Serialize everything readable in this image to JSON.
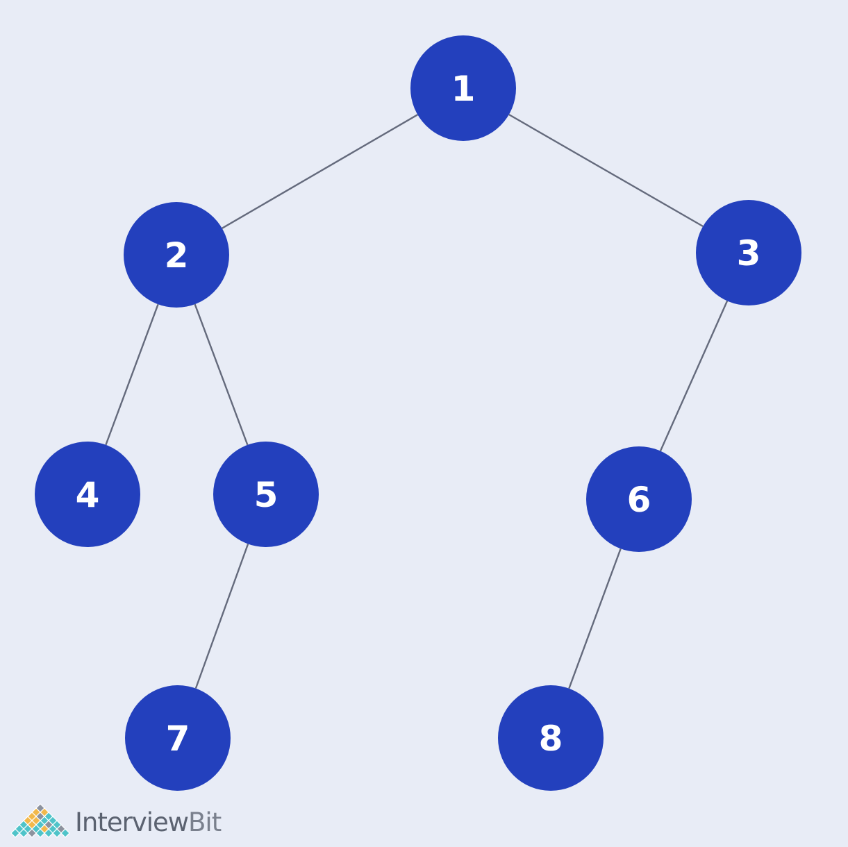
{
  "tree": {
    "nodes": [
      {
        "id": "n1",
        "label": "1"
      },
      {
        "id": "n2",
        "label": "2"
      },
      {
        "id": "n3",
        "label": "3"
      },
      {
        "id": "n4",
        "label": "4"
      },
      {
        "id": "n5",
        "label": "5"
      },
      {
        "id": "n6",
        "label": "6"
      },
      {
        "id": "n7",
        "label": "7"
      },
      {
        "id": "n8",
        "label": "8"
      }
    ],
    "edges": [
      {
        "from": "n1",
        "to": "n2"
      },
      {
        "from": "n1",
        "to": "n3"
      },
      {
        "from": "n2",
        "to": "n4"
      },
      {
        "from": "n2",
        "to": "n5"
      },
      {
        "from": "n5",
        "to": "n7"
      },
      {
        "from": "n3",
        "to": "n6"
      },
      {
        "from": "n6",
        "to": "n8"
      }
    ],
    "colors": {
      "background": "#e8ecf6",
      "node_fill": "#2340bd",
      "node_text": "#ffffff",
      "edge": "#646a7c"
    }
  },
  "branding": {
    "name_part1": "Interview",
    "name_part2": "Bit"
  }
}
